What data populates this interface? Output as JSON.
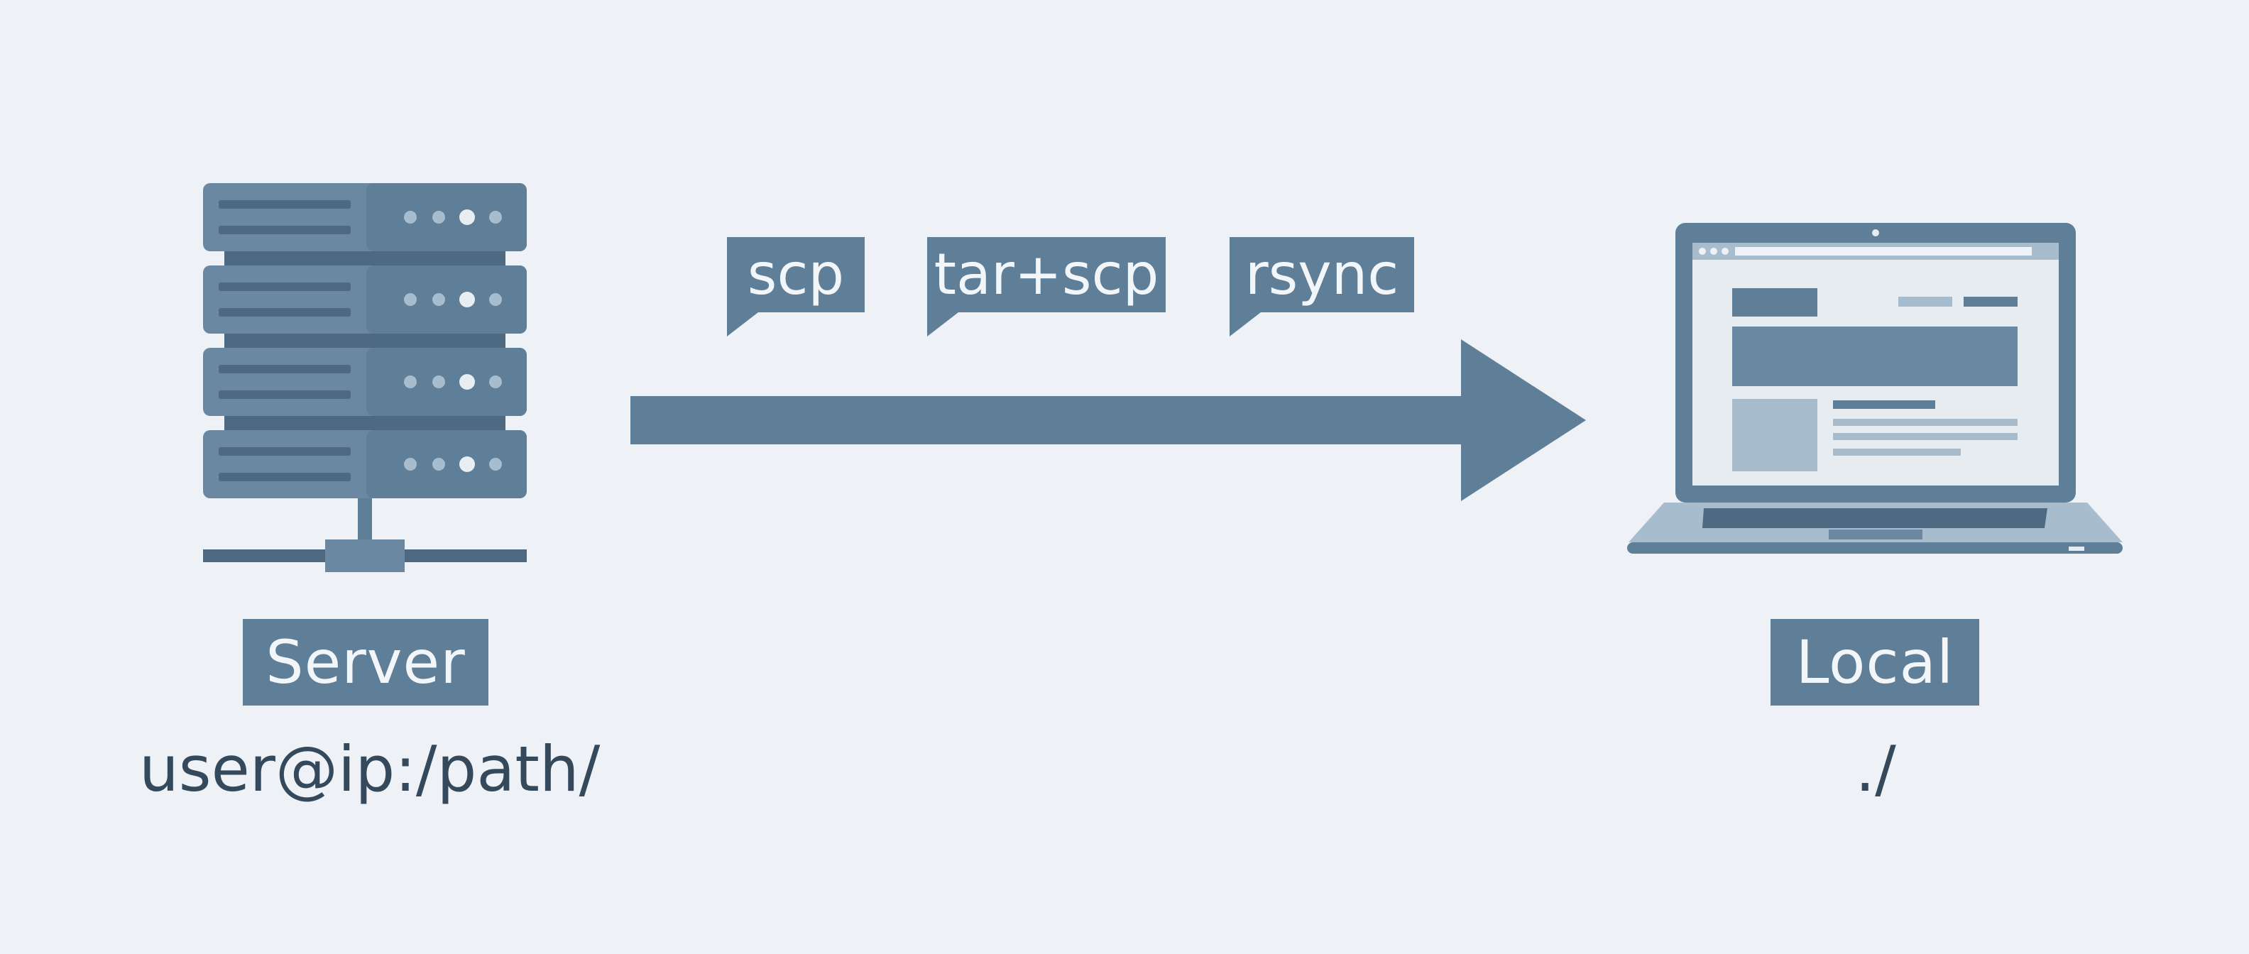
{
  "colors": {
    "background": "#eef1f5",
    "primary": "#5f7f99",
    "primary_dark": "#4d6a82",
    "primary_light": "#a7bccd",
    "screen": "#e7ecf1",
    "text_dark": "#34495c",
    "label_text": "#f3f6f9"
  },
  "icons": {
    "source": "server-rack-icon",
    "destination": "laptop-icon",
    "flow": "arrow-right-icon"
  },
  "source": {
    "label": "Server",
    "path": "user@ip:/path/"
  },
  "destination": {
    "label": "Local",
    "path": "./"
  },
  "methods": [
    {
      "label": "scp"
    },
    {
      "label": "tar+scp"
    },
    {
      "label": "rsync"
    }
  ]
}
